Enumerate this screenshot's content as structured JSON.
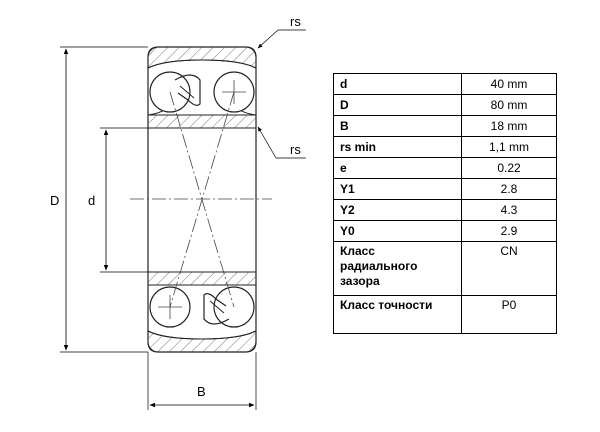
{
  "labels": {
    "D": "D",
    "d": "d",
    "B": "B",
    "rs_top": "rs",
    "rs_right": "rs"
  },
  "spec_table": [
    {
      "param": "d",
      "value": "40 mm"
    },
    {
      "param": "D",
      "value": "80 mm"
    },
    {
      "param": "B",
      "value": "18 mm"
    },
    {
      "param": "rs min",
      "value": "1,1 mm"
    },
    {
      "param": "e",
      "value": "0.22"
    },
    {
      "param": "Y1",
      "value": "2.8"
    },
    {
      "param": "Y2",
      "value": "4.3"
    },
    {
      "param": "Y0",
      "value": "2.9"
    },
    {
      "param": "Класс радиального зазора",
      "value": "CN"
    },
    {
      "param": "Класс точности",
      "value": "P0"
    }
  ]
}
